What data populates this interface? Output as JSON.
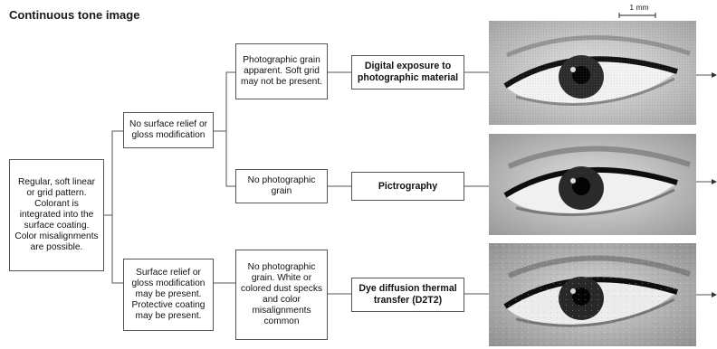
{
  "title": "Continuous tone image",
  "scale_bar": {
    "label": "1 mm"
  },
  "root": {
    "text": "Regular, soft linear or grid pattern. Colorant is integrated into the surface coating. Color misalignments are possible."
  },
  "level1": [
    {
      "text": "No surface relief or gloss modification"
    },
    {
      "text": "Surface relief or gloss modification may be present. Protective coating may be present."
    }
  ],
  "level2": [
    {
      "text": "Photographic grain apparent. Soft grid may not be present."
    },
    {
      "text": "No photographic grain"
    },
    {
      "text": "No photographic grain. White or colored dust specks and color misalignments common"
    }
  ],
  "results": [
    {
      "text": "Digital exposure to photographic material"
    },
    {
      "text": "Pictrography"
    },
    {
      "text": "Dye diffusion thermal transfer (D2T2)"
    }
  ],
  "images": [
    {
      "subject": "eye-closeup"
    },
    {
      "subject": "eye-closeup"
    },
    {
      "subject": "eye-closeup"
    }
  ]
}
